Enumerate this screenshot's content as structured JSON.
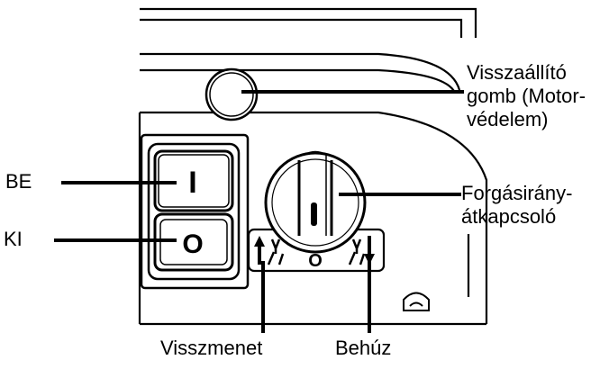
{
  "callouts": {
    "reset_button": {
      "lines": [
        "Visszaállító",
        "gomb (Motor-",
        "védelem)"
      ]
    },
    "on": {
      "text": "BE"
    },
    "off": {
      "text": "KI"
    },
    "direction_switch": {
      "lines": [
        "Forgásirány-",
        "átkapcsoló"
      ]
    },
    "reverse": {
      "text": "Visszmenet"
    },
    "feed": {
      "text": "Behúz"
    }
  },
  "device": {
    "on_switch_symbol": "I",
    "off_switch_symbol": "O",
    "dial_neutral_symbol": "O",
    "icons": [
      "reverse-icon",
      "feed-icon",
      "lock-icon",
      "reset-button",
      "direction-dial"
    ]
  }
}
